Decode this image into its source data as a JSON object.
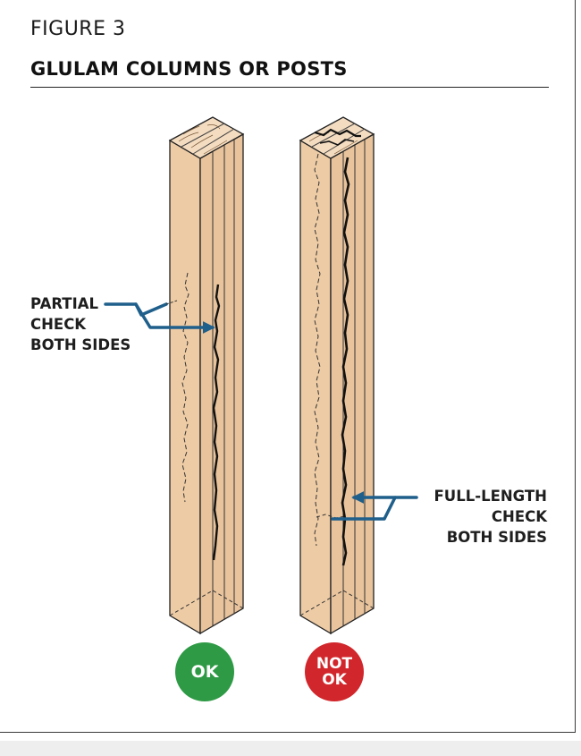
{
  "figure": {
    "label": "FIGURE 3",
    "title": "GLULAM COLUMNS OR POSTS"
  },
  "callouts": {
    "partial": [
      "PARTIAL",
      "CHECK",
      "BOTH SIDES"
    ],
    "full_length": [
      "FULL-LENGTH",
      "CHECK",
      "BOTH SIDES"
    ]
  },
  "badges": {
    "ok": [
      "OK"
    ],
    "not_ok": [
      "NOT",
      "OK"
    ]
  },
  "colors": {
    "wood_face": "#edcba5",
    "wood_side": "#e8c39c",
    "wood_top": "#f4dcc0",
    "leader_arrow": "#1f5f8b",
    "ok_badge": "#2e9a45",
    "not_ok_badge": "#d1262b"
  }
}
